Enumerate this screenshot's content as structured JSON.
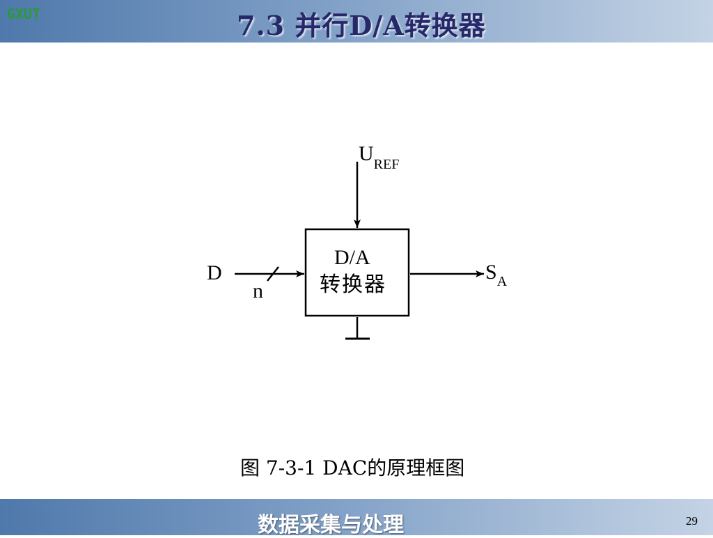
{
  "header": {
    "logo": "GXUT",
    "title": "7.3 并行D/A转换器"
  },
  "diagram": {
    "reference_main": "U",
    "reference_sub": "REF",
    "block_line1": "D/A",
    "block_line2": "转换器",
    "input_label": "D",
    "bus_width_label": "n",
    "output_main": "S",
    "output_sub": "A"
  },
  "caption": "图 7-3-1 DAC的原理框图",
  "footer": {
    "text": "数据采集与处理",
    "page_number": "29"
  }
}
